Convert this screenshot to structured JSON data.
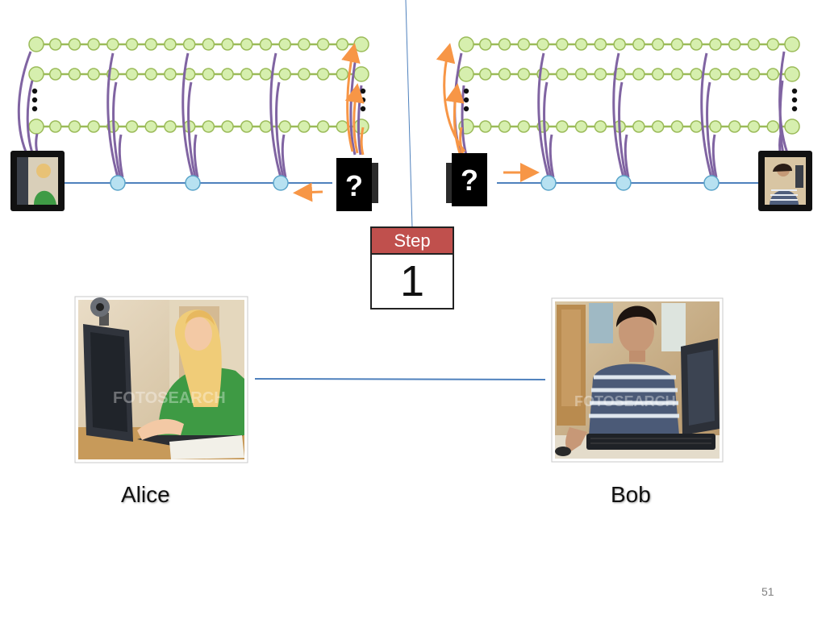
{
  "step": {
    "label": "Step",
    "number": "1"
  },
  "people": {
    "left_name": "Alice",
    "right_name": "Bob"
  },
  "unknown_mark": "?",
  "slide_number": "51",
  "colors": {
    "node_fill": "#d6efae",
    "node_stroke": "#9bbb59",
    "chain_line": "#9bbb59",
    "pointer_node": "#b7e1f1",
    "pointer_stroke": "#5aa4c9",
    "base_line": "#4f81bd",
    "link": "#8064a2",
    "arrow": "#f79646",
    "step_header": "#c0504d"
  },
  "icons": [
    "alice-photo",
    "bob-photo",
    "alice-thumbnail-icon",
    "bob-thumbnail-icon",
    "vertical-ellipsis-icon"
  ]
}
